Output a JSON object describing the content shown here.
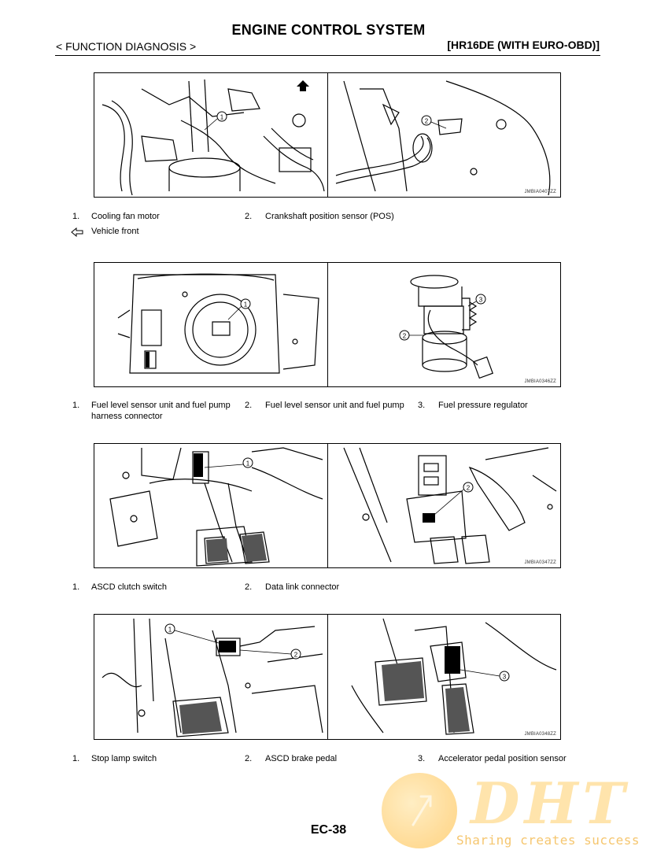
{
  "header": {
    "title": "ENGINE CONTROL SYSTEM",
    "section": "< FUNCTION DIAGNOSIS >",
    "model": "[HR16DE (WITH EURO-OBD)]"
  },
  "figures": [
    {
      "code": "JMBIA0407ZZ",
      "callouts": [
        "1",
        "2"
      ],
      "captions": [
        {
          "num": "1.",
          "text": "Cooling fan motor"
        },
        {
          "num": "2.",
          "text": "Crankshaft position sensor (POS)"
        }
      ],
      "legend": {
        "icon": "vehicle-front-arrow-icon",
        "text": "Vehicle front"
      }
    },
    {
      "code": "JMBIA0346ZZ",
      "callouts": [
        "1",
        "2",
        "3"
      ],
      "captions": [
        {
          "num": "1.",
          "text": "Fuel level sensor unit and fuel pump harness connector"
        },
        {
          "num": "2.",
          "text": "Fuel level sensor unit and fuel pump"
        },
        {
          "num": "3.",
          "text": "Fuel pressure regulator"
        }
      ]
    },
    {
      "code": "JMBIA0347ZZ",
      "callouts": [
        "1",
        "2"
      ],
      "captions": [
        {
          "num": "1.",
          "text": "ASCD clutch switch"
        },
        {
          "num": "2.",
          "text": "Data link connector"
        }
      ]
    },
    {
      "code": "JMBIA0348ZZ",
      "callouts": [
        "1",
        "2",
        "3"
      ],
      "captions": [
        {
          "num": "1.",
          "text": "Stop lamp switch"
        },
        {
          "num": "2.",
          "text": "ASCD brake pedal"
        },
        {
          "num": "3.",
          "text": "Accelerator pedal position sensor"
        }
      ]
    }
  ],
  "footer": {
    "page": "EC-38"
  },
  "watermark": {
    "logo": "DHT",
    "tagline": "Sharing creates success",
    "color": "#ffd27a"
  }
}
